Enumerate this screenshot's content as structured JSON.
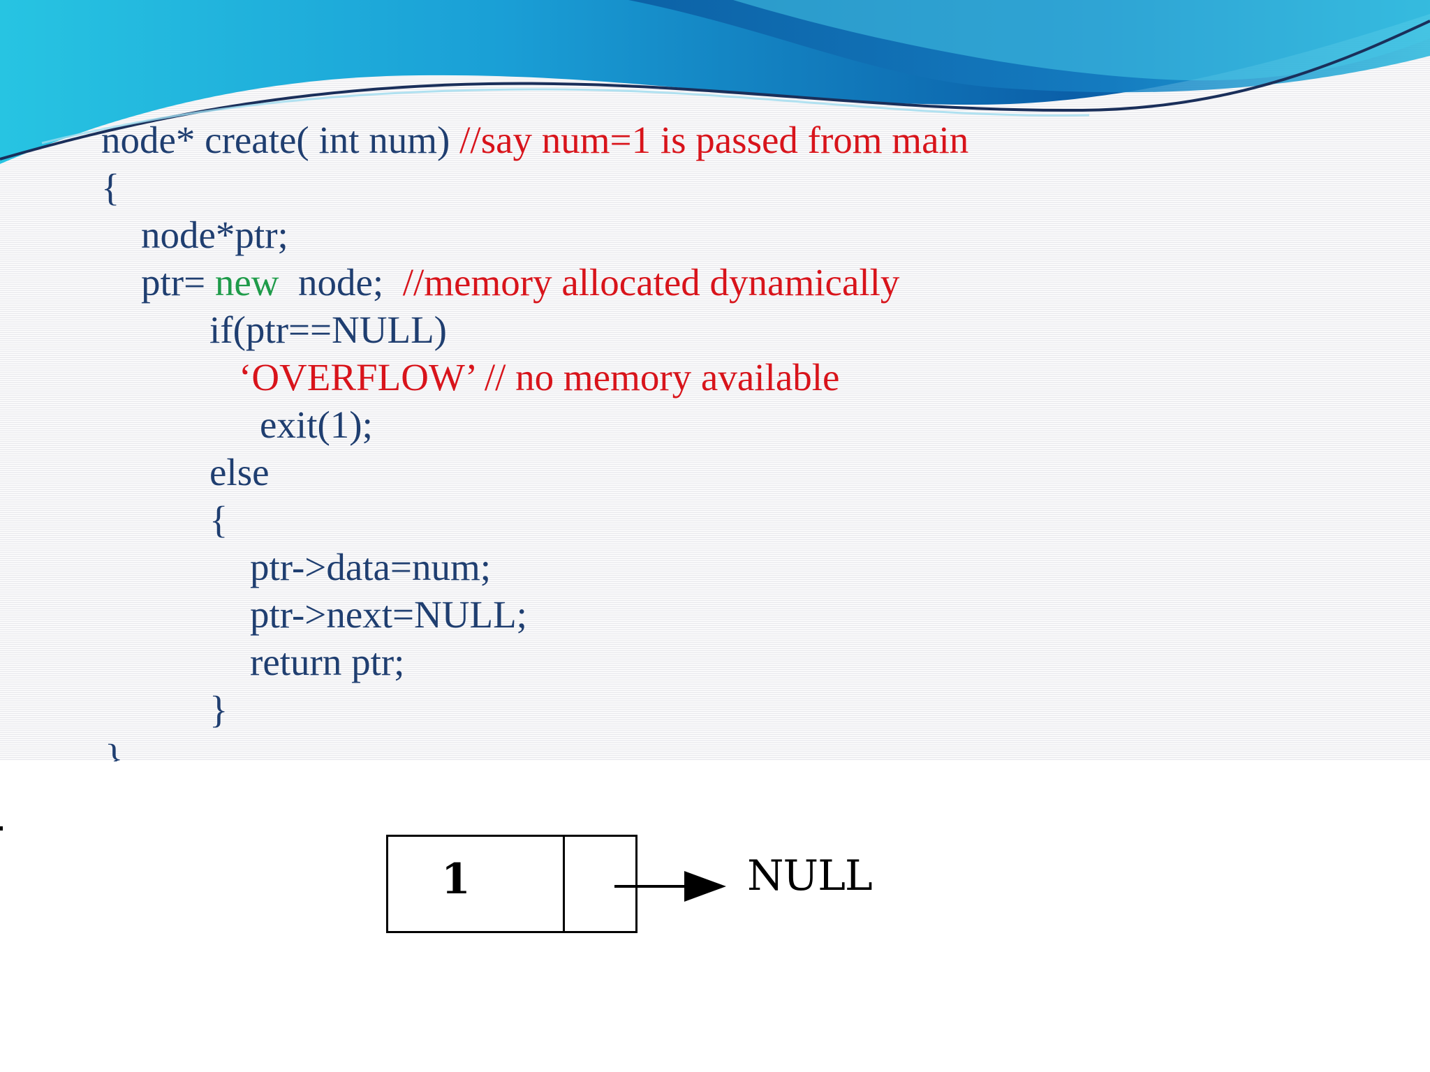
{
  "slide": {
    "colors": {
      "code": "#1f3e70",
      "comment": "#d8141b",
      "keyword": "#1f9b4a",
      "wave_dark": "#0b5fa8",
      "wave_light": "#27c4e2"
    }
  },
  "code": {
    "signature": "node* create( int num)",
    "signature_comment": "//say num=1 is passed from main",
    "open_brace": "{",
    "decl": "node*ptr;",
    "alloc_prefix": "ptr= ",
    "alloc_keyword": "new",
    "alloc_rest": "node;",
    "alloc_comment": "//memory allocated dynamically",
    "if_line": "if(ptr==NULL)",
    "overflow_line": "‘OVERFLOW’ // no memory available",
    "exit_line": "exit(1);",
    "else_line": "else",
    "inner_open": "{",
    "assign_data": "ptr->data=num;",
    "assign_next": "ptr->next=NULL;",
    "return_line": "return ptr;",
    "inner_close": "}",
    "close_brace": "}"
  },
  "diagram": {
    "node_value": "1",
    "null_label": "NULL",
    "arrow_icon": "right-arrow-icon"
  }
}
